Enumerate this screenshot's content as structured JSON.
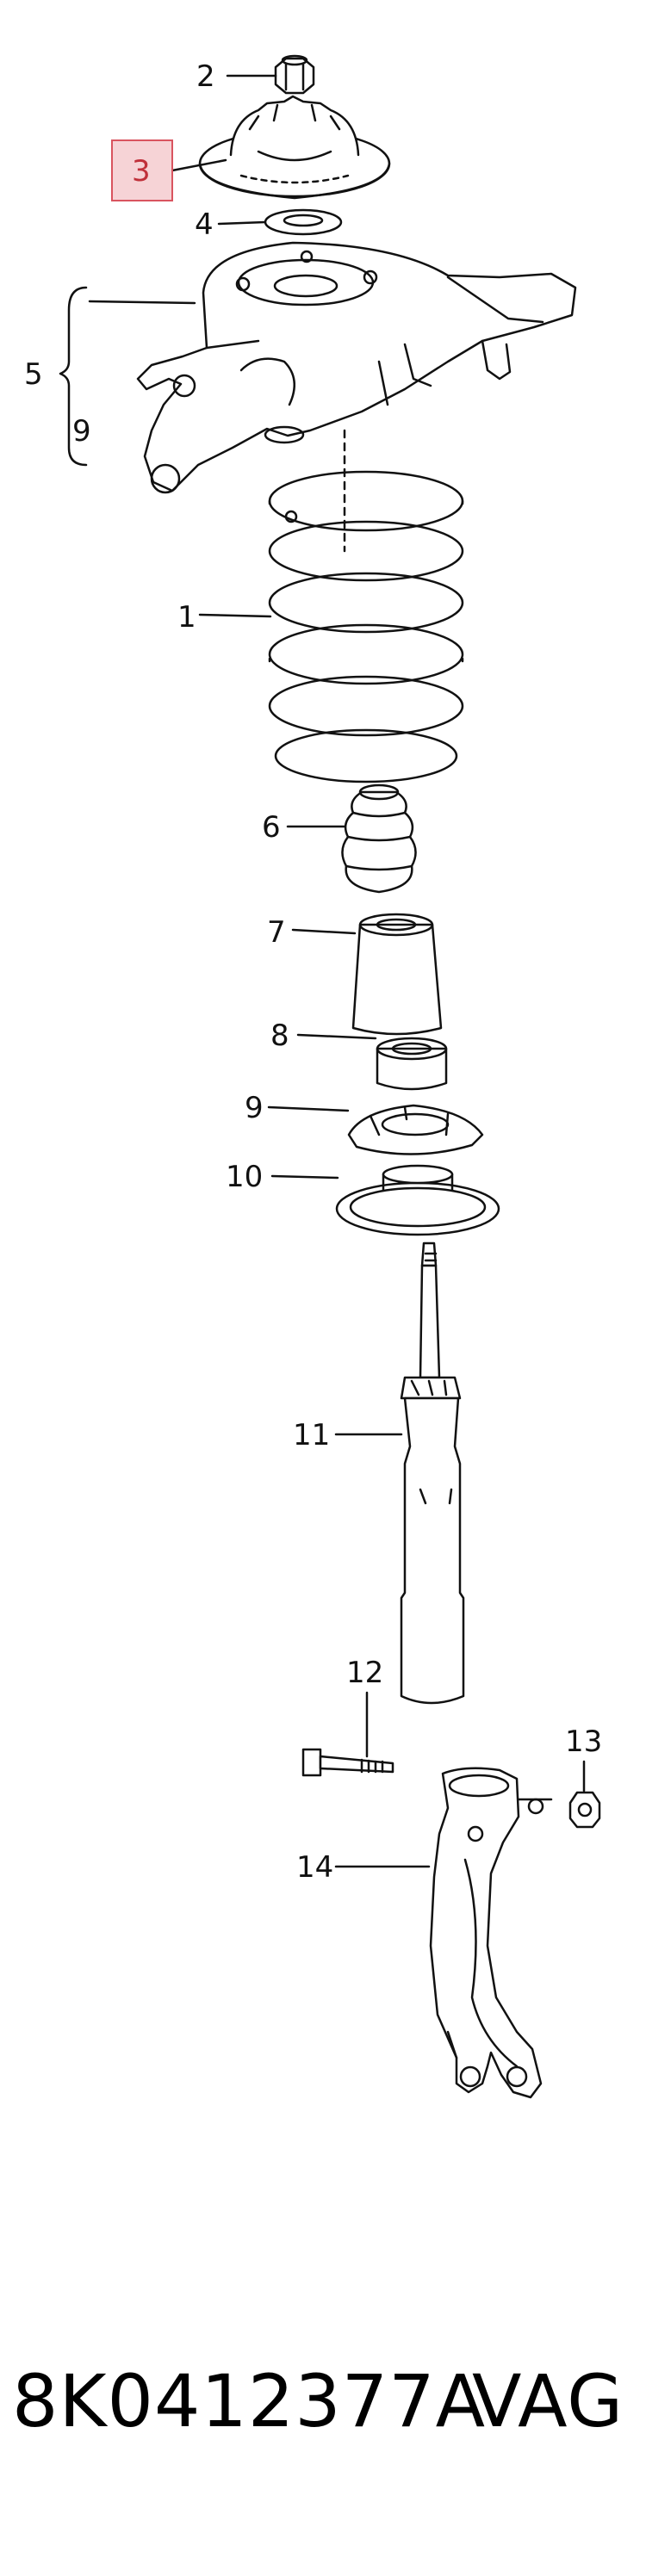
{
  "callouts": {
    "c1": "1",
    "c2": "2",
    "c3": "3",
    "c4": "4",
    "c5": "5",
    "c6": "6",
    "c7": "7",
    "c8": "8",
    "c9a": "9",
    "c9b": "9",
    "c10": "10",
    "c11": "11",
    "c12": "12",
    "c13": "13",
    "c14": "14"
  },
  "highlighted_callout": "3",
  "footer": {
    "part_number": "8K0412377A",
    "brand": "VAG"
  },
  "colors": {
    "highlight_fill": "#f6d3d6",
    "highlight_stroke": "#d9545f",
    "highlight_text": "#c0303a"
  }
}
